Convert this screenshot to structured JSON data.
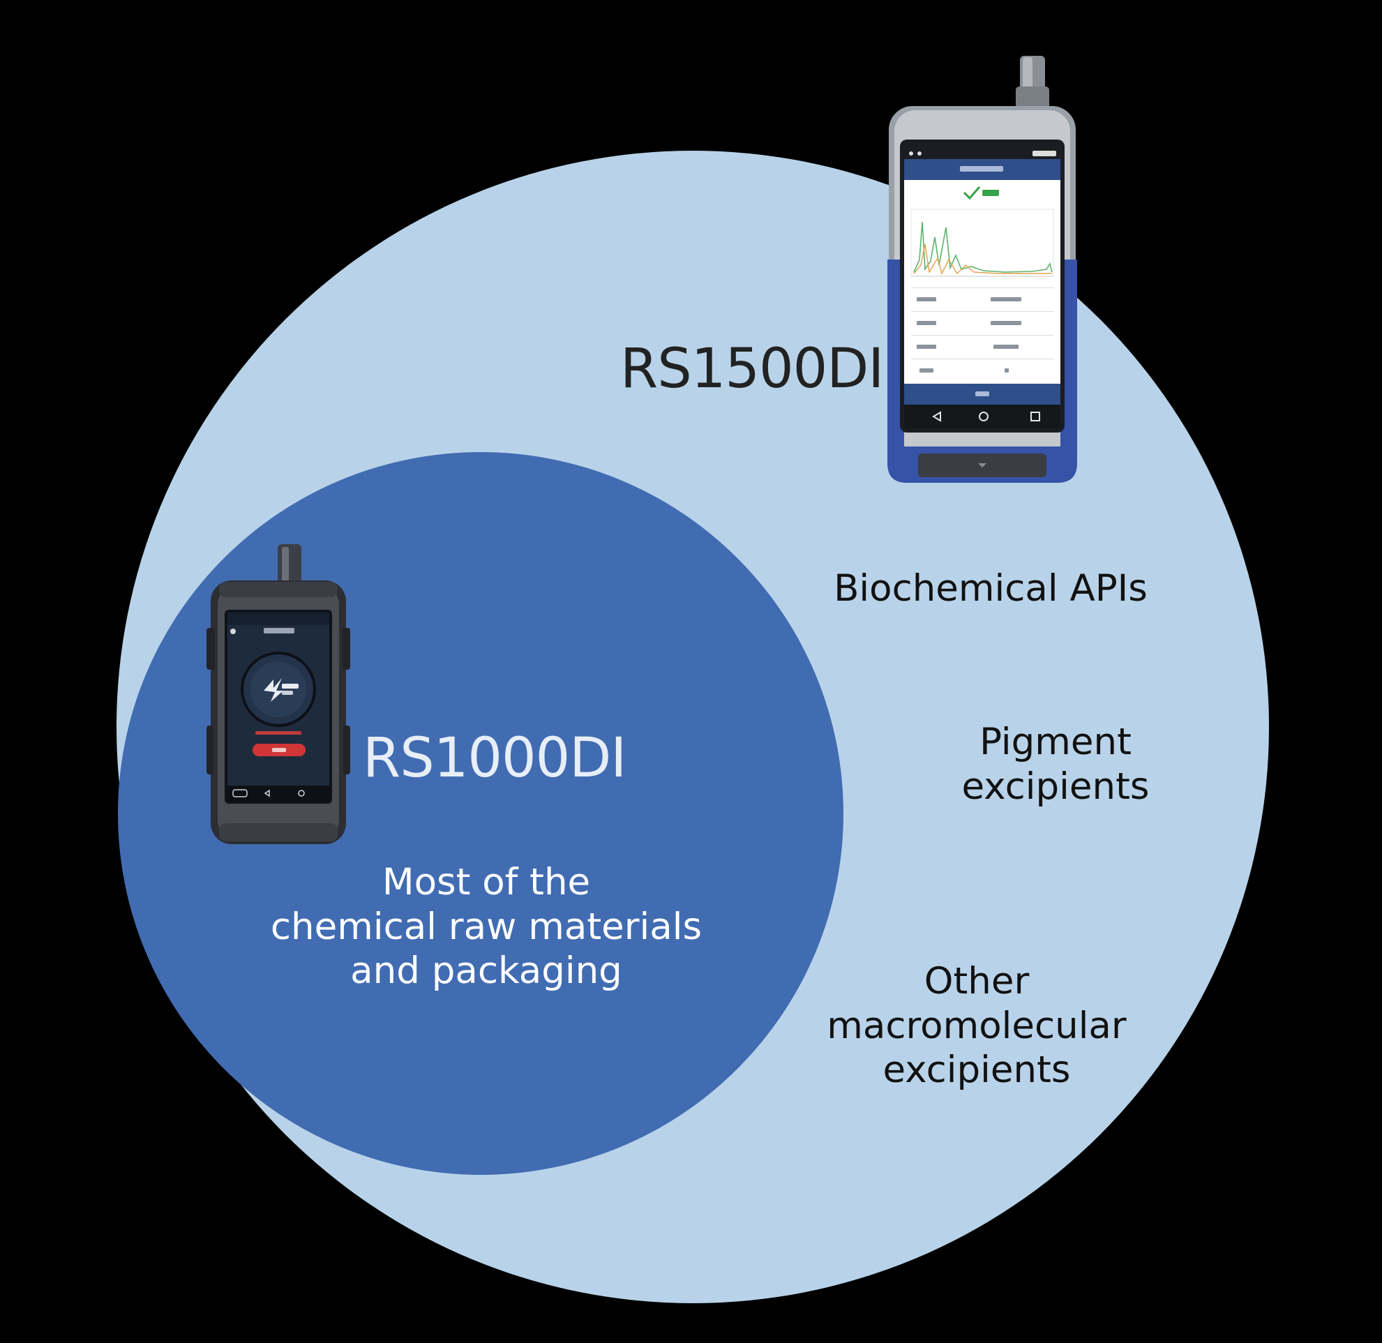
{
  "colors": {
    "background": "#000000",
    "outer_circle": "#b8d3e9",
    "inner_circle": "#416cb2",
    "dark_text": "#111111",
    "light_text": "#ffffff",
    "model_text_dark": "#222222",
    "model_text_light": "#e8eef8",
    "device_blue": "#3653a8"
  },
  "outer_set": {
    "model": "RS1500DI",
    "icon": "handheld-raman-spectrometer-blue",
    "items": [
      {
        "lines": [
          "Biochemical APIs"
        ]
      },
      {
        "lines": [
          "Pigment",
          "excipients"
        ]
      },
      {
        "lines": [
          "Other",
          "macromolecular",
          "excipients"
        ]
      }
    ]
  },
  "inner_set": {
    "model": "RS1000DI",
    "icon": "handheld-raman-spectrometer-rugged",
    "lines": [
      "Most of the",
      "chemical raw materials",
      "and packaging"
    ]
  }
}
